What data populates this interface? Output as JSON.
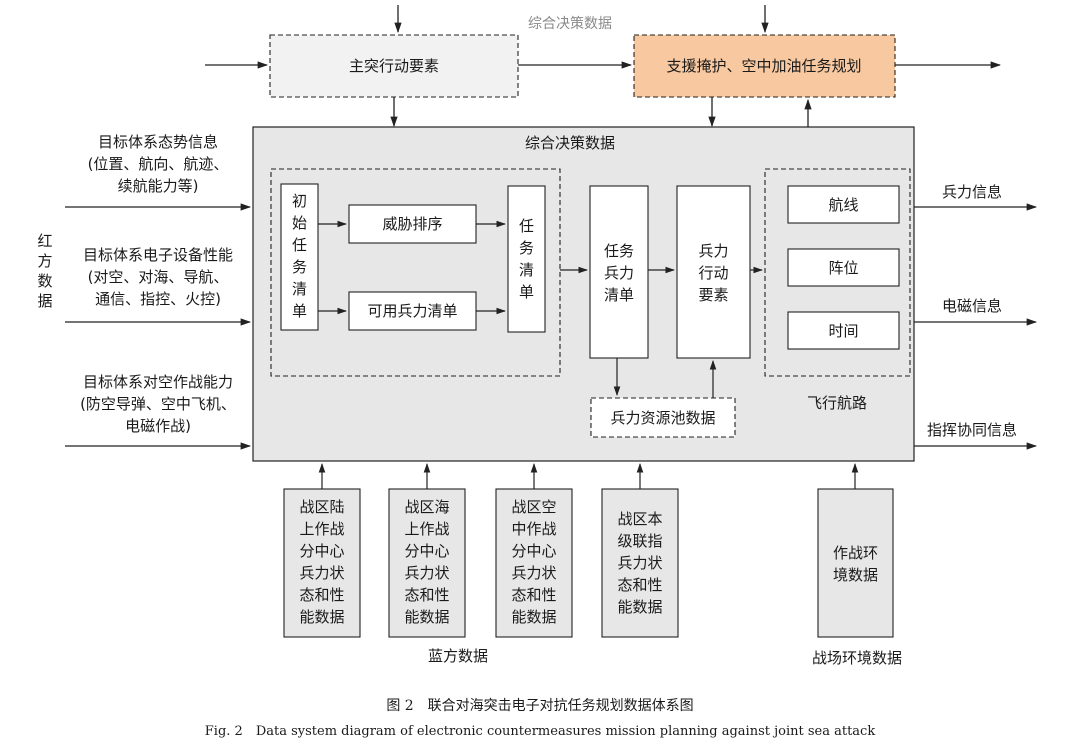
{
  "top": {
    "decision_data_label": "综合决策数据",
    "main_attack_elements": "主突行动要素",
    "support_cover_planning": "支援掩护、空中加油任务规划"
  },
  "main_box": {
    "title": "综合决策数据"
  },
  "red": {
    "group_label": [
      "红",
      "方",
      "数",
      "据"
    ],
    "input1": [
      "目标体系态势信息",
      "(位置、航向、航迹、",
      "续航能力等)"
    ],
    "input2": [
      "目标体系电子设备性能",
      "(对空、对海、导航、",
      "通信、指控、火控)"
    ],
    "input3": [
      "目标体系对空作战能力",
      "(防空导弹、空中飞机、",
      "电磁作战)"
    ]
  },
  "inner": {
    "initial_task_list": [
      "初",
      "始",
      "任",
      "务",
      "清",
      "单"
    ],
    "threat_sort": "威胁排序",
    "available_forces": "可用兵力清单",
    "task_list": [
      "任",
      "务",
      "清",
      "单"
    ],
    "task_force_list": [
      "任务",
      "兵力",
      "清单"
    ],
    "force_action_elements": [
      "兵力",
      "行动",
      "要素"
    ],
    "force_pool": "兵力资源池数据",
    "route": "航线",
    "formation": "阵位",
    "time": "时间",
    "flight_route": "飞行航路"
  },
  "outputs": [
    "兵力信息",
    "电磁信息",
    "指挥协同信息"
  ],
  "blue": {
    "boxes": [
      [
        "战区陆",
        "上作战",
        "分中心",
        "兵力状",
        "态和性",
        "能数据"
      ],
      [
        "战区海",
        "上作战",
        "分中心",
        "兵力状",
        "态和性",
        "能数据"
      ],
      [
        "战区空",
        "中作战",
        "分中心",
        "兵力状",
        "态和性",
        "能数据"
      ],
      [
        "战区本",
        "级联指",
        "兵力状",
        "态和性",
        "能数据"
      ]
    ],
    "label": "蓝方数据"
  },
  "battlefield": {
    "box": [
      "作战环",
      "境数据"
    ],
    "label": "战场环境数据"
  },
  "caption": {
    "cn": "图 2　联合对海突击电子对抗任务规划数据体系图",
    "en": "Fig. 2　Data system diagram of electronic countermeasures mission planning against joint sea attack"
  },
  "colors": {
    "orange_fill": "#f8c9a0",
    "gray_fill": "#e7e7e7",
    "light_fill": "#f2f2f2",
    "line": "#222222"
  }
}
